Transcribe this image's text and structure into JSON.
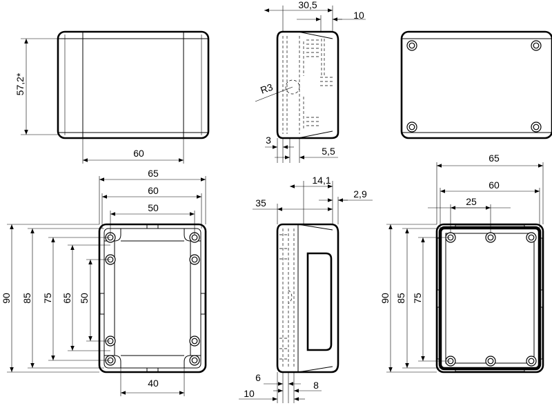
{
  "views": {
    "front": {
      "height_label": "57,2*",
      "width_label": "60"
    },
    "side_top": {
      "depth_label": "30,5",
      "offset_label": "10",
      "radius_label": "R3",
      "wall_label": "3",
      "foot_label": "5,5"
    },
    "top_left": {
      "w65": "65",
      "w60": "60",
      "w50": "50",
      "h90": "90",
      "h85": "85",
      "h75": "75",
      "h65": "65",
      "h50": "50",
      "bottom40": "40"
    },
    "side_bottom": {
      "w14": "14,1",
      "w29": "2,9",
      "w35": "35",
      "b6": "6",
      "b8": "8",
      "b10": "10"
    },
    "top_right": {
      "w65": "65",
      "w60": "60",
      "w25": "25",
      "h90": "90",
      "h85": "85",
      "h75": "75"
    }
  }
}
